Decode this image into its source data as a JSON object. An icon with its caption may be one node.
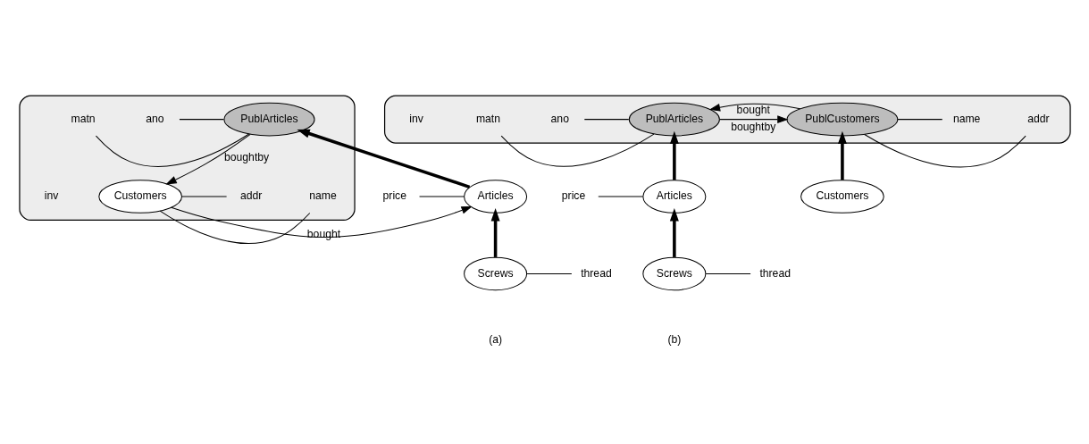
{
  "diagram": {
    "nodes": [
      {
        "text": [],
        "shape": "cloud"
      },
      {
        "text": [
          "PublArticles"
        ],
        "in": 0
      },
      {
        "text": [
          "Customers"
        ],
        "in": 0
      },
      {
        "text": [
          "ano"
        ],
        "in": 0
      },
      {
        "text": [
          "matn"
        ],
        "in": 0
      },
      {
        "text": [
          "name"
        ],
        "in": 0
      },
      {
        "text": [
          "addr"
        ],
        "in": 0
      },
      {
        "text": [
          "Articles"
        ]
      },
      {
        "text": [
          "price"
        ]
      },
      {
        "text": [
          "Screws"
        ]
      },
      {
        "text": [
          "thread"
        ]
      },
      {
        "text": [],
        "shape": "cloud"
      },
      {
        "text": [
          "PublArticles"
        ],
        "in": 11
      },
      {
        "text": [
          "PublCustomers"
        ],
        "in": 11
      },
      {
        "text": [
          "ano"
        ],
        "in": 11
      },
      {
        "text": [
          "matn"
        ],
        "in": 11
      },
      {
        "text": [
          "name"
        ],
        "in": 11
      },
      {
        "text": [
          "addr"
        ],
        "in": 11
      },
      {
        "text": [
          "Articles"
        ]
      },
      {
        "text": [
          "price"
        ]
      },
      {
        "text": [
          "Customers"
        ]
      },
      {
        "text": [
          "Screws"
        ]
      },
      {
        "text": [
          "thread"
        ]
      }
    ],
    "edges": [
      {
        "from": 3,
        "to": 1,
        "arrow": "none"
      },
      {
        "from": 4,
        "to": 1,
        "arrow": "none"
      },
      {
        "from": 1,
        "to": 2,
        "arrow": "to",
        "label": "boughtby"
      },
      {
        "from": 2,
        "to": 5,
        "arrow": "none"
      },
      {
        "from": 2,
        "to": 6,
        "arrow": "none"
      },
      {
        "from": 7,
        "to": 1,
        "arrow": "to",
        "style": "thick"
      },
      {
        "from": 8,
        "to": 7,
        "arrow": "none"
      },
      {
        "from": 2,
        "to": 7,
        "arrow": "to",
        "label": "bought"
      },
      {
        "from": 9,
        "to": 7,
        "arrow": "to",
        "style": "thick"
      },
      {
        "from": 9,
        "to": 10,
        "arrow": "none"
      },
      {
        "from": 13,
        "to": 12,
        "arrow": "to",
        "label": "bought"
      },
      {
        "from": 14,
        "to": 12,
        "arrow": "none"
      },
      {
        "from": 15,
        "to": 12,
        "arrow": "none"
      },
      {
        "from": 13,
        "to": 16,
        "arrow": "none"
      },
      {
        "from": 13,
        "to": 17,
        "arrow": "none"
      },
      {
        "from": 12,
        "to": 13,
        "arrow": "to",
        "label": "boughtby"
      },
      {
        "from": 18,
        "to": 12,
        "arrow": "to",
        "style": "thick"
      },
      {
        "from": 20,
        "to": 13,
        "arrow": "to",
        "style": "thick"
      },
      {
        "from": 19,
        "to": 18,
        "arrow": "none"
      },
      {
        "from": 21,
        "to": 18,
        "arrow": "to",
        "style": "thick"
      },
      {
        "from": 21,
        "to": 22,
        "arrow": "none"
      }
    ],
    "labels": [
      "inv",
      "inv",
      "(a)",
      "(b)"
    ]
  }
}
